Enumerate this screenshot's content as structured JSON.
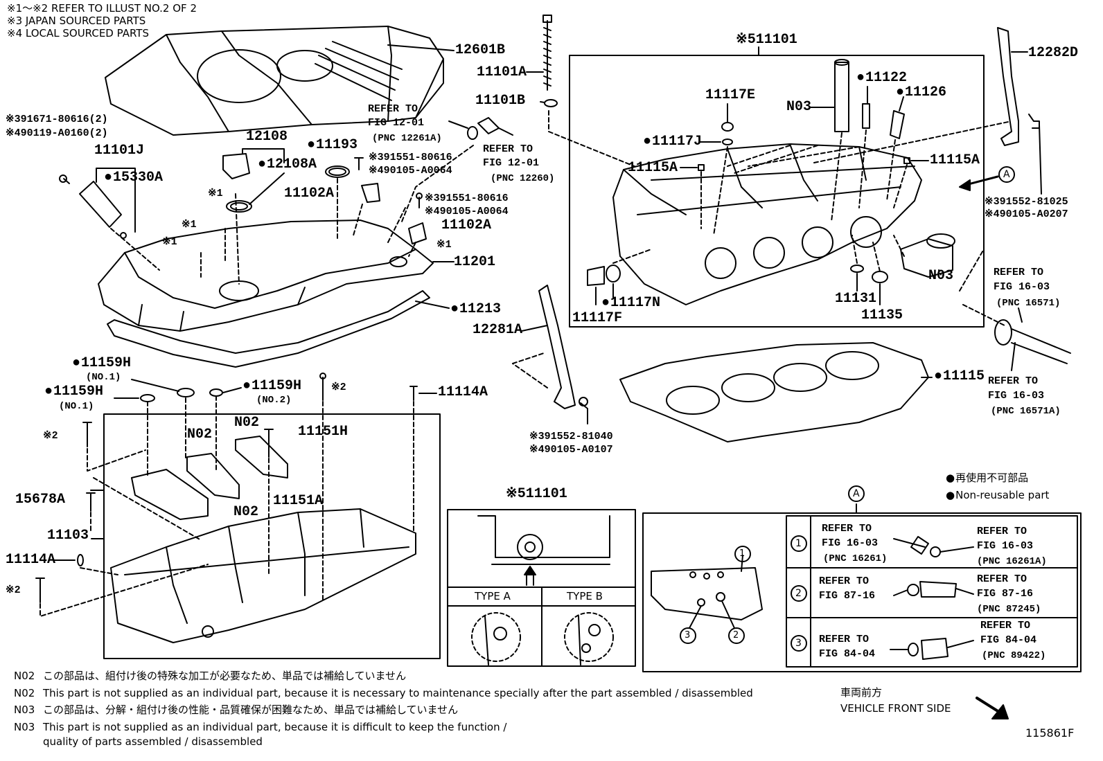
{
  "header_notes": [
    "※1～※2  REFER TO ILLUST NO.2 OF 2",
    "※3 JAPAN SOURCED PARTS",
    "※4 LOCAL SOURCED PARTS"
  ],
  "parts": {
    "p12601B": "12601B",
    "p12108": "12108",
    "p12108A": "12108A",
    "p11193": "11193",
    "p11101J": "11101J",
    "p15330A": "15330A",
    "p391671": "※391671-80616(2)",
    "p490119": "※490119-A0160(2)",
    "p11101A": "11101A",
    "p11101B": "11101B",
    "p391551a": "※391551-80616",
    "p490105a": "※490105-A0064",
    "p11102A_a": "11102A",
    "p391551b": "※391551-80616",
    "p490105b": "※490105-A0064",
    "p11102A_b": "11102A",
    "p11201": "11201",
    "p11213": "11213",
    "p11159H_1": "11159H",
    "p11159H_1n": "(NO.1)",
    "p11159H_2": "11159H",
    "p11159H_2n": "(NO.1)",
    "p11159H_3": "11159H",
    "p11159H_3n": "(NO.2)",
    "p11114A_a": "11114A",
    "p11114A_b": "11114A",
    "p11151H": "11151H",
    "p11151A": "11151A",
    "pN02_a": "N02",
    "pN02_b": "N02",
    "pN02_c": "N02",
    "p15678A": "15678A",
    "p11103": "11103",
    "s1a": "※1",
    "s1b": "※1",
    "s1c": "※1",
    "s1d": "※1",
    "s2a": "※2",
    "s2b": "※2",
    "s2c": "※2",
    "p11101_main": "※511101",
    "p11122": "11122",
    "p11126": "11126",
    "p11117E": "11117E",
    "pN03_a": "N03",
    "p11117J": "11117J",
    "p11115A_a": "11115A",
    "p11115A_b": "11115A",
    "pN03_b": "N03",
    "p11117N": "11117N",
    "p11117F": "11117F",
    "p11131": "11131",
    "p11135": "11135",
    "p12282D": "12282D",
    "p391552_81025": "※391552-81025",
    "p490105_A0207": "※490105-A0207",
    "p12281A": "12281A",
    "p391552_81040": "※391552-81040",
    "p490105_A0107": "※490105-A0107",
    "p11115": "11115",
    "circleA": "A",
    "p11101_box": "※511101"
  },
  "refs": {
    "r1201_l1": "REFER TO",
    "r1201_l2": "FIG 12-01",
    "r1201_l3": "(PNC 12261A)",
    "r12260_l1": "REFER TO",
    "r12260_l2": "FIG 12-01",
    "r12260_l3": "(PNC 12260)",
    "r16571_l1": "REFER TO",
    "r16571_l2": "FIG 16-03",
    "r16571_l3": "(PNC 16571)",
    "r16571A_l1": "REFER TO",
    "r16571A_l2": "FIG 16-03",
    "r16571A_l3": "(PNC 16571A)"
  },
  "legend": {
    "jp": "再使用不可部品",
    "en": "Non-reusable part"
  },
  "inset_box": {
    "type_a": "TYPE A",
    "type_b": "TYPE B"
  },
  "table_a": {
    "header": "A",
    "rows": [
      {
        "num": "1",
        "left_l1": "REFER TO",
        "left_l2": "FIG 16-03",
        "left_l3": "(PNC 16261)",
        "right_l1": "REFER TO",
        "right_l2": "FIG 16-03",
        "right_l3": "(PNC 16261A)"
      },
      {
        "num": "2",
        "left_l1": "REFER TO",
        "left_l2": "FIG 87-16",
        "left_l3": "",
        "right_l1": "REFER TO",
        "right_l2": "FIG 87-16",
        "right_l3": "(PNC 87245)"
      },
      {
        "num": "3",
        "left_l1": "REFER TO",
        "left_l2": "FIG 84-04",
        "left_l3": "",
        "right_l1": "REFER TO",
        "right_l2": "FIG 84-04",
        "right_l3": "(PNC 89422)"
      }
    ],
    "detail_labels": [
      "1",
      "3",
      "2"
    ]
  },
  "footnotes": [
    {
      "code": "N02",
      "text": "この部品は、組付け後の特殊な加工が必要なため、単品では補給していません"
    },
    {
      "code": "N02",
      "text": "This part is not supplied as an individual part, because it is necessary to maintenance specially after the part assembled / disassembled"
    },
    {
      "code": "N03",
      "text": "この部品は、分解・組付け後の性能・品質確保が困難なため、単品では補給していません"
    },
    {
      "code": "N03",
      "text": "This part is not supplied as an individual part, because it is difficult to keep the function /"
    },
    {
      "code": "",
      "text": "quality of parts  assembled / disassembled"
    }
  ],
  "direction": {
    "jp": "車両前方",
    "en": "VEHICLE FRONT SIDE"
  },
  "figure_id": "115861F"
}
